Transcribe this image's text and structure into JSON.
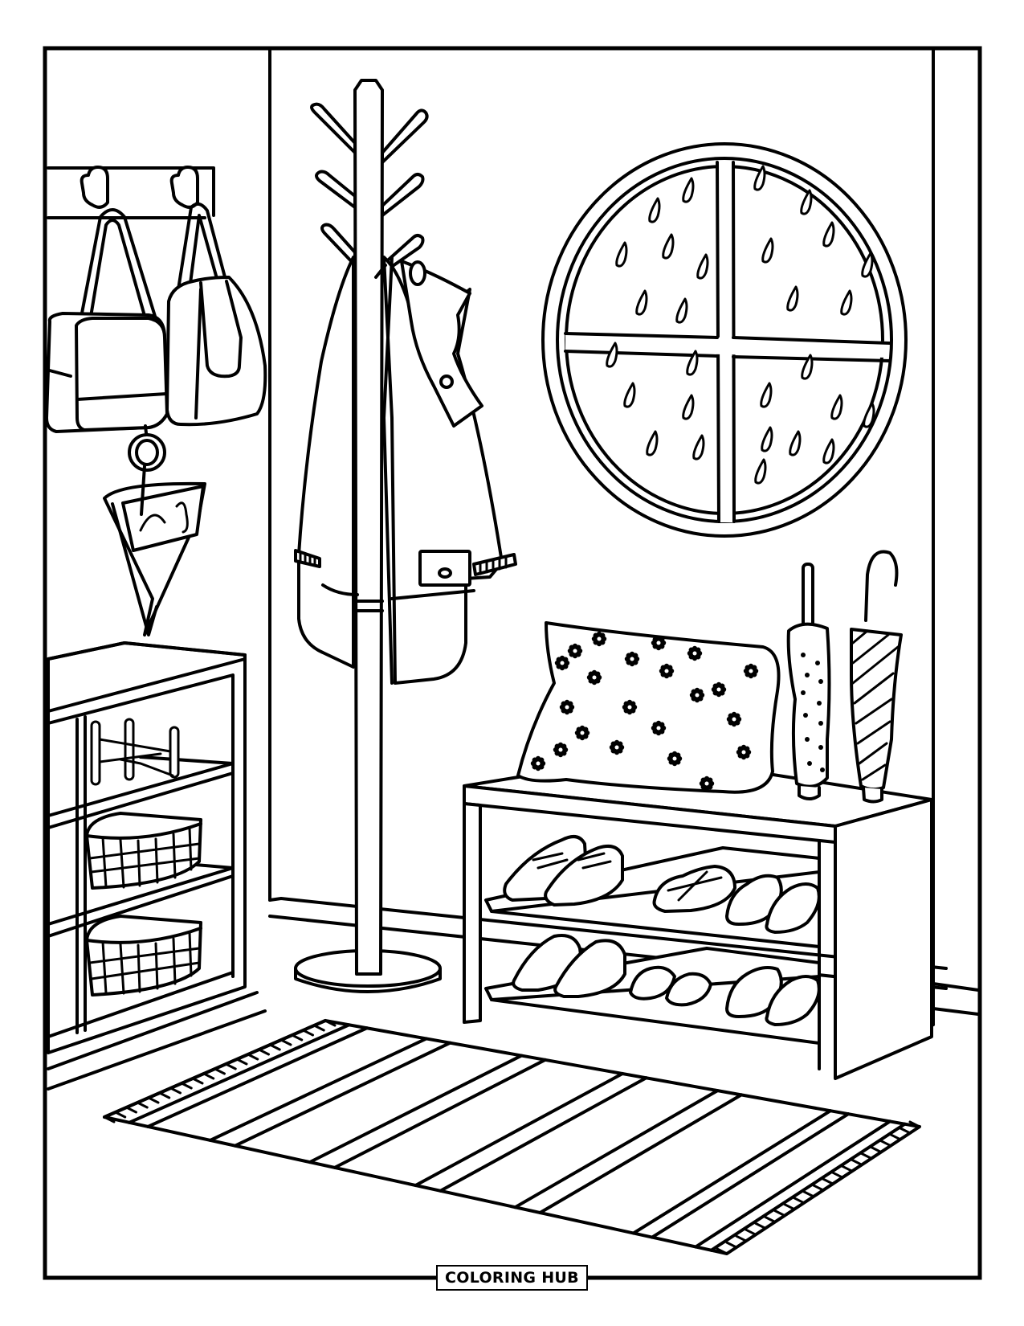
{
  "page": {
    "type": "coloring-page",
    "subject": "Entryway / hallway interior",
    "line_color": "#000000",
    "background_color": "#ffffff"
  },
  "footer": {
    "logo_text": "COLORING HUB"
  },
  "scene": {
    "objects": [
      {
        "name": "wall-hook-rack",
        "hooks": 2
      },
      {
        "name": "handbag-left"
      },
      {
        "name": "handbag-right"
      },
      {
        "name": "hanging-key-pouch"
      },
      {
        "name": "coat-rack",
        "arms": 6
      },
      {
        "name": "raincoat"
      },
      {
        "name": "round-window",
        "panes": 4,
        "decoration": "raindrops"
      },
      {
        "name": "shoe-bench",
        "shelves": 2
      },
      {
        "name": "floral-cushion"
      },
      {
        "name": "umbrella-polka-dot"
      },
      {
        "name": "umbrella-striped"
      },
      {
        "name": "sneakers"
      },
      {
        "name": "sandals"
      },
      {
        "name": "slip-on-shoes"
      },
      {
        "name": "slippers"
      },
      {
        "name": "left-shelf-unit",
        "shelves": 3
      },
      {
        "name": "wire-baskets",
        "count": 2
      },
      {
        "name": "striped-rug"
      }
    ]
  }
}
